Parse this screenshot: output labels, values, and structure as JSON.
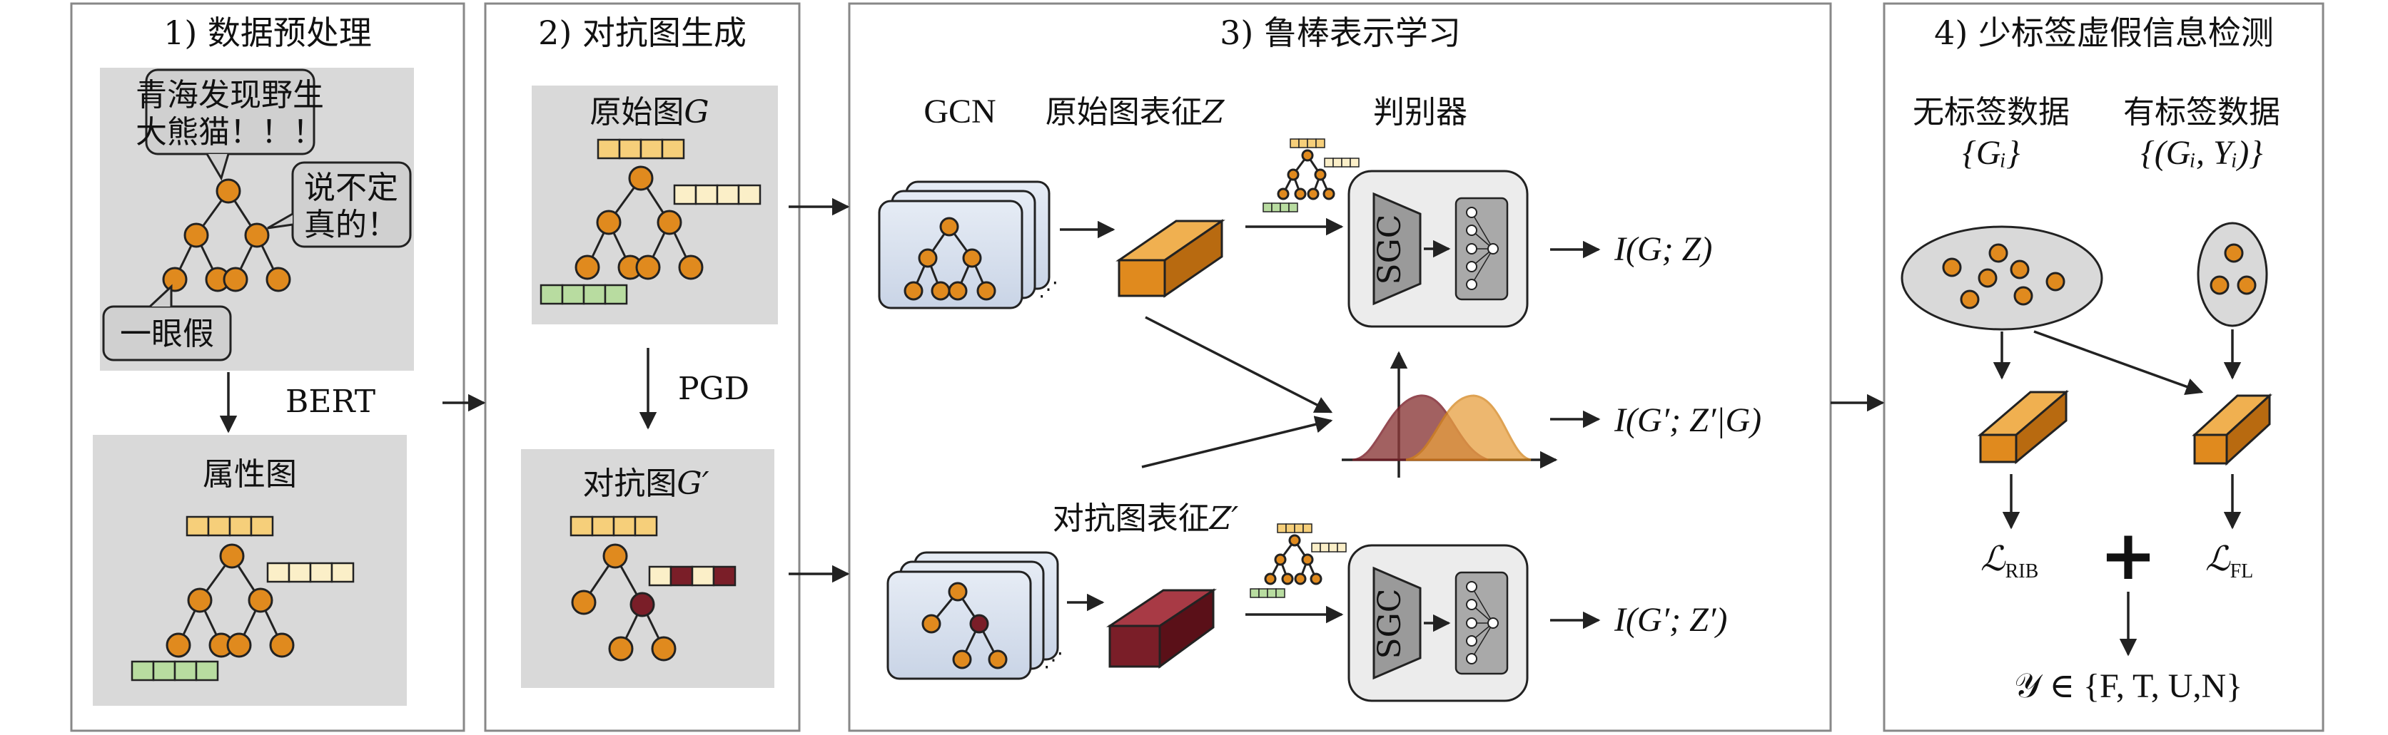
{
  "panels": {
    "p1_title": "1) 数据预处理",
    "p2_title": "2) 对抗图生成",
    "p3_title": "3) 鲁棒表示学习",
    "p4_title": "4) 少标签虚假信息检测"
  },
  "panel1": {
    "bubble_top_line1": "青海发现野生",
    "bubble_top_line2": "大熊猫！！！",
    "bubble_right_line1": "说不定",
    "bubble_right_line2": "真的！",
    "bubble_left": "一眼假",
    "bert": "BERT",
    "attr_graph": "属性图"
  },
  "panel2": {
    "orig_graph": "原始图",
    "orig_sym": "G",
    "pgd": "PGD",
    "adv_graph": "对抗图",
    "adv_sym": "G′"
  },
  "panel3": {
    "gcn": "GCN",
    "orig_repr": "原始图表征",
    "orig_repr_sym": "Z",
    "discriminator": "判别器",
    "sgc": "SGC",
    "mi1": "I(G; Z)",
    "mi2": "I(G′; Z′|G)",
    "adv_repr": "对抗图表征",
    "adv_repr_sym": "Z′",
    "mi3": "I(G′; Z′)"
  },
  "panel4": {
    "unlabeled": "无标签数据",
    "unlabeled_set": "{Gᵢ}",
    "labeled": "有标签数据",
    "labeled_set": "{(Gᵢ, Yᵢ)}",
    "loss_rib": "ℒ",
    "loss_rib_sub": "RIB",
    "plus": "+",
    "loss_fl": "ℒ",
    "loss_fl_sub": "FL",
    "output": "𝒴 ∈ {F, T, U,N}"
  },
  "colors": {
    "orange": "#e08a1e",
    "dark_red": "#7a1e28",
    "feat_orange": "#f6cf7a",
    "feat_light": "#fbefc8",
    "feat_green": "#b8dca0",
    "grey_bg": "#d9d9d9",
    "gcn_blue": "#d9e1ee"
  }
}
